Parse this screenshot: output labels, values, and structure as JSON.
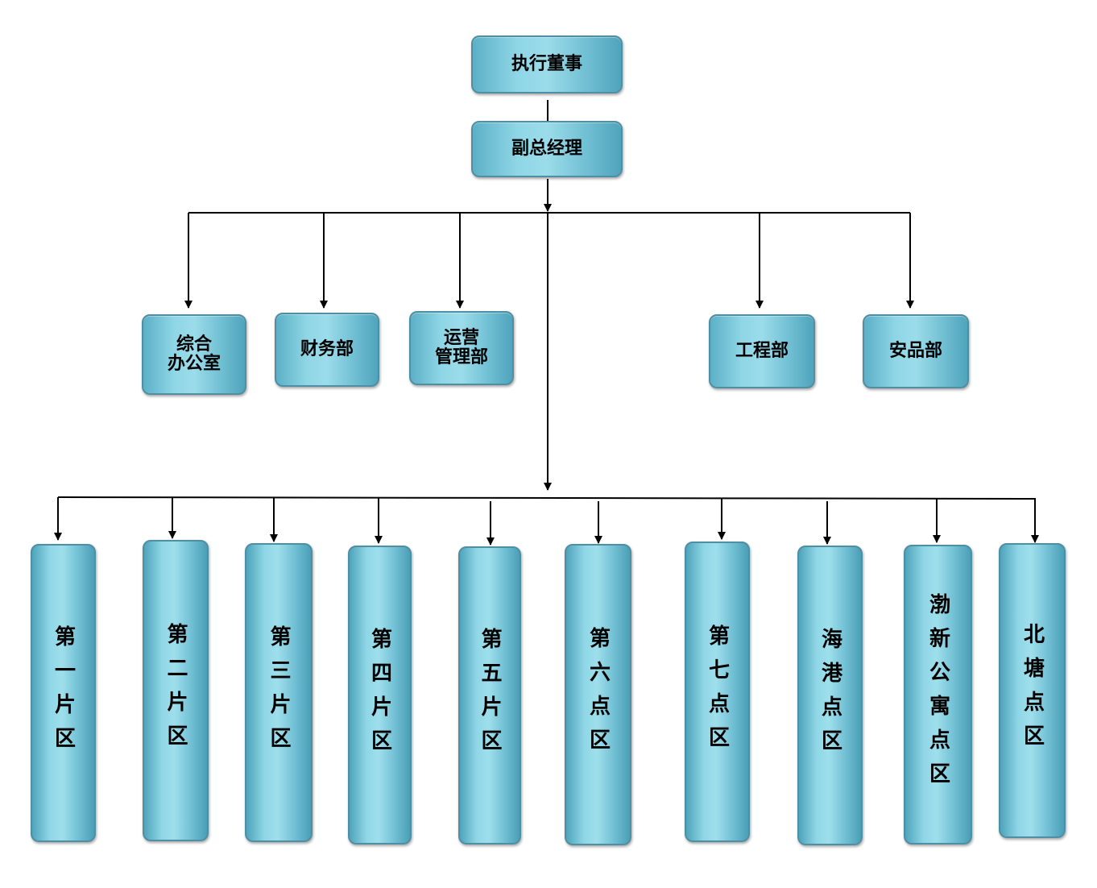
{
  "top": {
    "executive_director": "执行董事",
    "deputy_gm": "副总经理"
  },
  "departments": [
    {
      "lines": [
        "综合",
        "办公室"
      ]
    },
    {
      "lines": [
        "财务部"
      ]
    },
    {
      "lines": [
        "运营",
        "管理部"
      ]
    },
    {
      "lines": [
        "工程部"
      ]
    },
    {
      "lines": [
        "安品部"
      ]
    }
  ],
  "districts": [
    {
      "label": "第一片区"
    },
    {
      "label": "第二片区"
    },
    {
      "label": "第三片区"
    },
    {
      "label": "第四片区"
    },
    {
      "label": "第五片区"
    },
    {
      "label": "第六点区"
    },
    {
      "label": "第七点区"
    },
    {
      "label": "海港点区"
    },
    {
      "label": "渤新公寓点区"
    },
    {
      "label": "北塘点区"
    }
  ],
  "colors": {
    "node_fill": "#8fd6e6",
    "node_border": "#4f8ea3",
    "connector": "#000000"
  }
}
